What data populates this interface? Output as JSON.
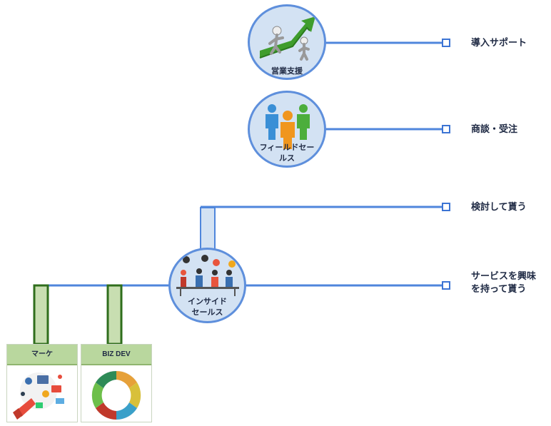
{
  "colors": {
    "line": "#4f86dc",
    "node_fill": "#d3e2f3",
    "node_border": "#5e8fdc",
    "card_header": "#b9d79e",
    "stem": "#2f6e1c"
  },
  "nodes": {
    "sales_support": {
      "label": "営業支援",
      "icon": "climbing-figures-icon"
    },
    "field_sales": {
      "label_line1": "フィールドセー",
      "label_line2": "ルス",
      "icon": "three-people-icon"
    },
    "inside_sales": {
      "label_line1": "インサイド",
      "label_line2": "セールス",
      "icon": "team-at-desk-icon"
    }
  },
  "endpoints": {
    "onboarding": "導入サポート",
    "negotiation": "商談・受注",
    "consideration": "検討して貰う",
    "interest_line1": "サービスを興味",
    "interest_line2": "を持って貰う"
  },
  "cards": {
    "marketing": {
      "label": "マーケ",
      "icon": "marketing-megaphone-icon"
    },
    "bizdev": {
      "label": "BIZ DEV",
      "icon": "hands-circle-icon"
    }
  }
}
